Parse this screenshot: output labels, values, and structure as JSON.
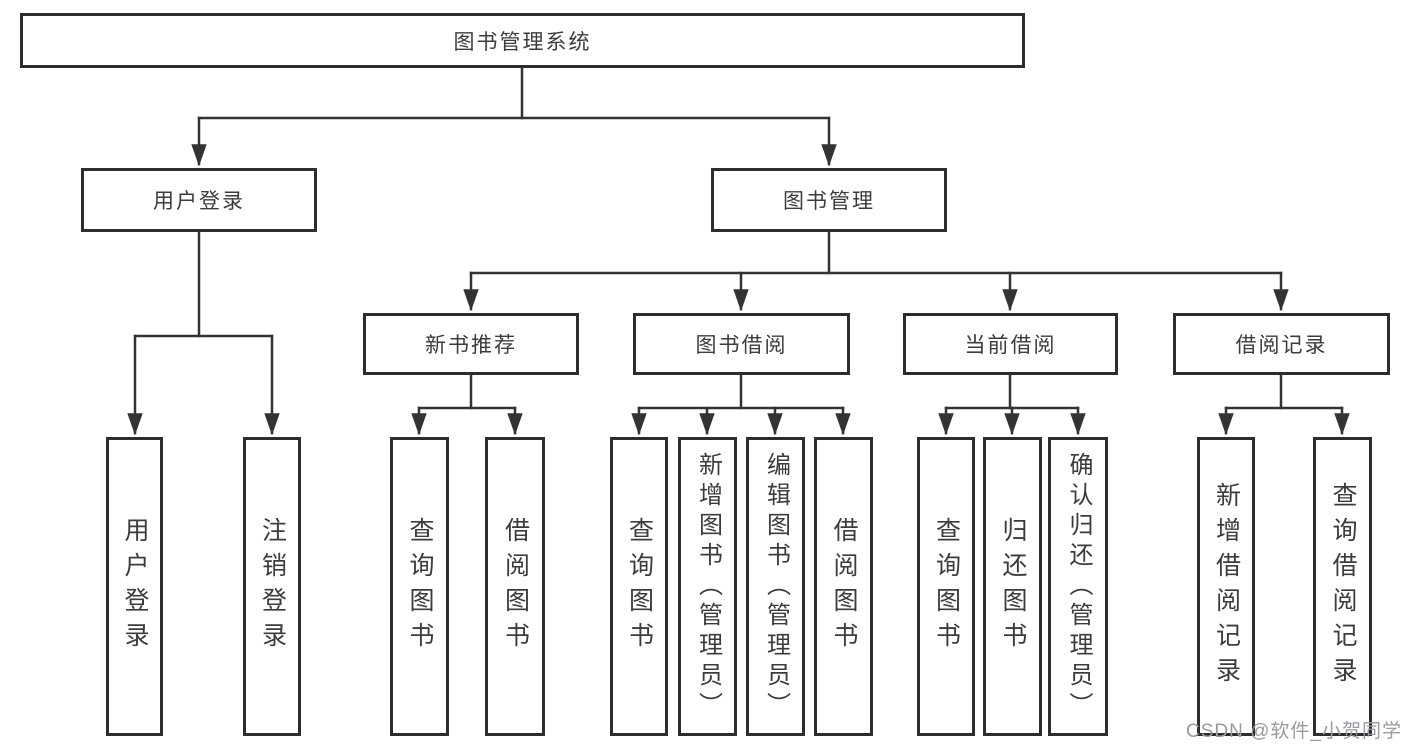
{
  "colors": {
    "line": "#333333",
    "box_border": "#2d2d2d",
    "text": "#3c3c3c",
    "watermark_text": "#9a9aa0",
    "background": "#ffffff"
  },
  "watermark": "CSDN @软件_小贺同学",
  "tree": {
    "root": {
      "label": "图书管理系统"
    },
    "branches": [
      {
        "label": "用户登录",
        "leaves": [
          {
            "label": "用户登录"
          },
          {
            "label": "注销登录"
          }
        ]
      },
      {
        "label": "图书管理",
        "groups": [
          {
            "label": "新书推荐",
            "leaves": [
              {
                "label": "查询图书"
              },
              {
                "label": "借阅图书"
              }
            ]
          },
          {
            "label": "图书借阅",
            "leaves": [
              {
                "label": "查询图书"
              },
              {
                "label": "新增图书（管理员）"
              },
              {
                "label": "编辑图书（管理员）"
              },
              {
                "label": "借阅图书"
              }
            ]
          },
          {
            "label": "当前借阅",
            "leaves": [
              {
                "label": "查询图书"
              },
              {
                "label": "归还图书"
              },
              {
                "label": "确认归还（管理员）"
              }
            ]
          },
          {
            "label": "借阅记录",
            "leaves": [
              {
                "label": "新增借阅记录"
              },
              {
                "label": "查询借阅记录"
              }
            ]
          }
        ]
      }
    ]
  }
}
